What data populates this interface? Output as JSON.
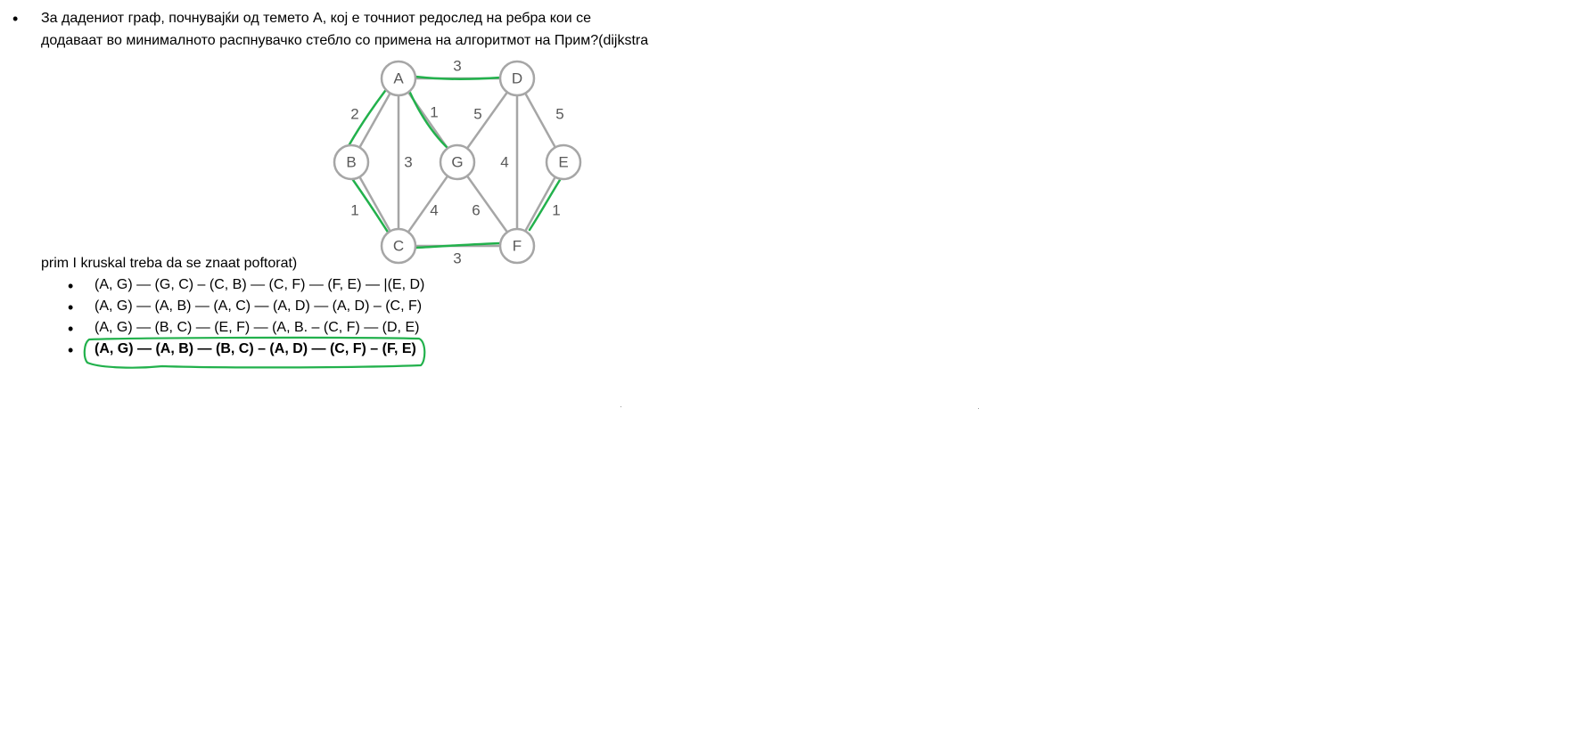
{
  "question": {
    "line1": "За дадениот граф, почнувајќи од темето A, кој е точниот редослед на ребра кои се",
    "line2": "додаваат во минималното распнувачко стебло со примена на алгоритмот на Прим?(dijkstra",
    "line3": "prim I kruskal treba da se znaat poftorat)"
  },
  "graph": {
    "nodes": [
      "A",
      "B",
      "C",
      "D",
      "E",
      "F",
      "G"
    ],
    "edges": [
      {
        "from": "A",
        "to": "D",
        "weight": "3",
        "highlighted": true
      },
      {
        "from": "A",
        "to": "B",
        "weight": "2",
        "highlighted": true
      },
      {
        "from": "A",
        "to": "C",
        "weight": "3",
        "highlighted": false
      },
      {
        "from": "A",
        "to": "G",
        "weight": "1",
        "highlighted": true
      },
      {
        "from": "D",
        "to": "G",
        "weight": "5",
        "highlighted": false
      },
      {
        "from": "D",
        "to": "F",
        "weight": "4",
        "highlighted": false
      },
      {
        "from": "D",
        "to": "E",
        "weight": "5",
        "highlighted": false
      },
      {
        "from": "B",
        "to": "C",
        "weight": "1",
        "highlighted": true
      },
      {
        "from": "G",
        "to": "C",
        "weight": "4",
        "highlighted": false
      },
      {
        "from": "G",
        "to": "F",
        "weight": "6",
        "highlighted": false
      },
      {
        "from": "E",
        "to": "F",
        "weight": "1",
        "highlighted": true
      },
      {
        "from": "C",
        "to": "F",
        "weight": "3",
        "highlighted": true
      }
    ],
    "highlight_color": "#22b14c"
  },
  "options": [
    {
      "text": "(A, G) — (G, C) – (C, B) — (C, F) — (F, E) — |(E, D)",
      "selected": false
    },
    {
      "text": "(A, G) — (A, B) — (A, C) — (A, D) — (A, D) – (C, F)",
      "selected": false
    },
    {
      "text": "(A, G) — (B, C) — (E, F) — (A, B. – (C, F) — (D, E)",
      "selected": false
    },
    {
      "text": "(A, G) — (A, B) — (B, C) – (A, D) — (C, F) – (F, E)",
      "selected": true
    }
  ],
  "bullet_glyph": "•"
}
